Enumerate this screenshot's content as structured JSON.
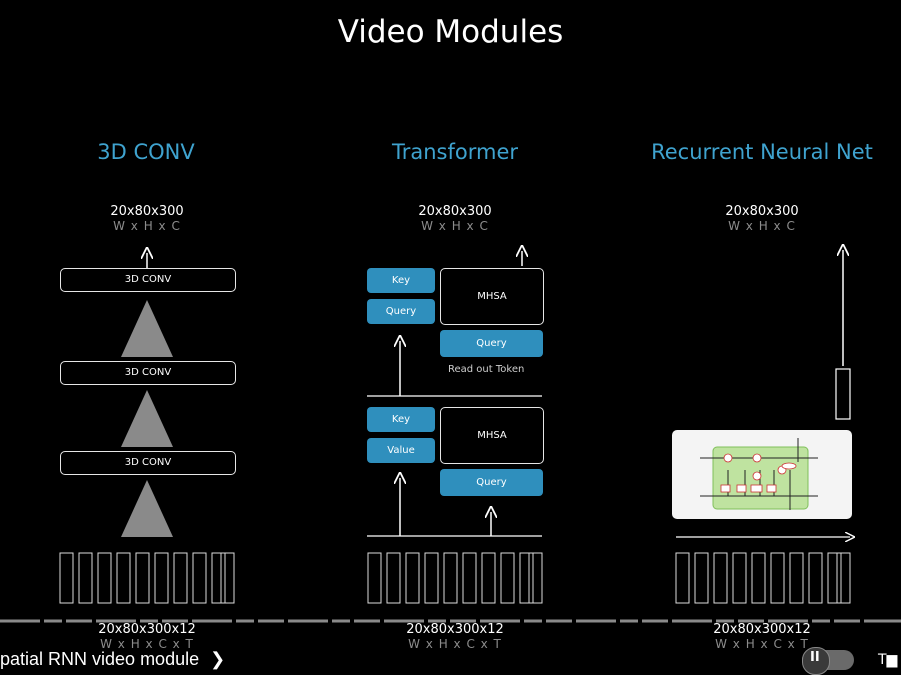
{
  "slide": {
    "title": "Video Modules"
  },
  "columns": {
    "conv": {
      "title": "3D CONV",
      "top_dim": "20x80x300",
      "top_dim_sub": "W x H x C",
      "blocks": [
        "3D CONV",
        "3D CONV",
        "3D CONV"
      ],
      "bottom_dim": "20x80x300x12",
      "bottom_dim_sub": "W x H x C x T"
    },
    "transformer": {
      "title": "Transformer",
      "top_dim": "20x80x300",
      "top_dim_sub": "W x H x C",
      "upper": {
        "key": "Key",
        "query": "Query",
        "mhsa": "MHSA",
        "token_query": "Query",
        "readout": "Read out Token"
      },
      "lower": {
        "key": "Key",
        "value": "Value",
        "mhsa": "MHSA",
        "token_query": "Query"
      },
      "bottom_dim": "20x80x300x12",
      "bottom_dim_sub": "W x H x C x T"
    },
    "rnn": {
      "title": "Recurrent Neural Net",
      "top_dim": "20x80x300",
      "top_dim_sub": "W x H x C",
      "bottom_dim": "20x80x300x12",
      "bottom_dim_sub": "W x H x C x T"
    }
  },
  "player": {
    "chapter_label": "patial RNN video module",
    "chapter_chevron": "chevron-right-icon",
    "pause_icon": "pause-icon",
    "autoplay_on": false,
    "cc_icon": "captions-icon"
  },
  "colors": {
    "background": "#000000",
    "accent_title": "#3fa3cf",
    "token_blue": "#2f8fbd",
    "triangle": "#8a8a8a"
  }
}
